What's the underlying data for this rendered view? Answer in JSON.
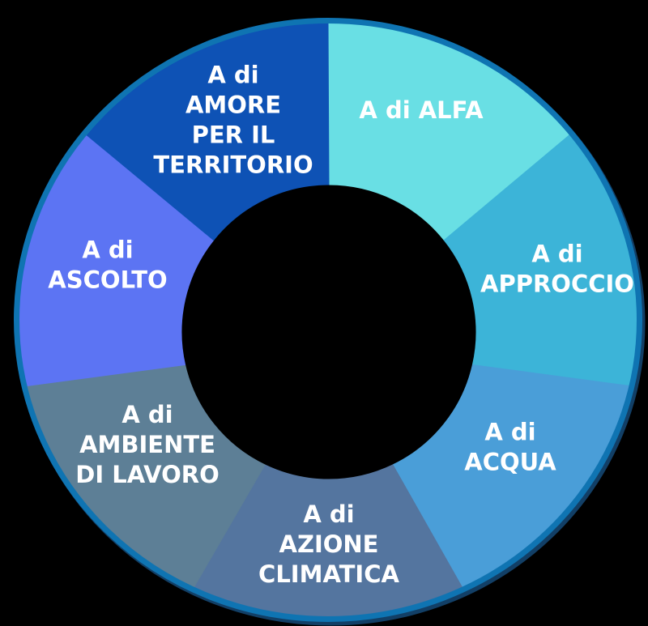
{
  "background_color": "#000000",
  "ring": {
    "outer_border_color": "#0f74b2",
    "outer_shadow_color": "#123f66",
    "label_text_color": "#ffffff"
  },
  "chart_data": {
    "type": "pie",
    "variant": "donut",
    "title": "",
    "legend": false,
    "start_angle_deg": 0,
    "direction": "clockwise",
    "categories": [
      "A di ALFA",
      "A di APPROCCIO",
      "A di ACQUA",
      "A di AZIONE CLIMATICA",
      "A di AMBIENTE DI LAVORO",
      "A di ASCOLTO",
      "A di AMORE PER IL TERRITORIO"
    ],
    "values": [
      1,
      1,
      1,
      1,
      1,
      1,
      1
    ],
    "segments": [
      {
        "id": "alfa",
        "label": "A di ALFA",
        "label_lines": [
          "A di ALFA"
        ],
        "value": 1,
        "color": "#69dfe4"
      },
      {
        "id": "approccio",
        "label": "A di APPROCCIO",
        "label_lines": [
          "A di",
          "APPROCCIO"
        ],
        "value": 1,
        "color": "#3cb4d8"
      },
      {
        "id": "acqua",
        "label": "A di ACQUA",
        "label_lines": [
          "A di",
          "ACQUA"
        ],
        "value": 1,
        "color": "#4a9ed8"
      },
      {
        "id": "azione-climatica",
        "label": "A di AZIONE CLIMATICA",
        "label_lines": [
          "A di",
          "AZIONE",
          "CLIMATICA"
        ],
        "value": 1,
        "color": "#54759f"
      },
      {
        "id": "ambiente-di-lavoro",
        "label": "A di AMBIENTE DI LAVORO",
        "label_lines": [
          "A di",
          "AMBIENTE",
          "DI LAVORO"
        ],
        "value": 1,
        "color": "#5d7f96"
      },
      {
        "id": "ascolto",
        "label": "A di ASCOLTO",
        "label_lines": [
          "A di",
          "ASCOLTO"
        ],
        "value": 1,
        "color": "#5c74f3"
      },
      {
        "id": "amore-per-il-territorio",
        "label": "A di AMORE PER IL TERRITORIO",
        "label_lines": [
          "A di",
          "AMORE",
          "PER IL",
          "TERRITORIO"
        ],
        "value": 1,
        "color": "#0e52b5"
      }
    ]
  }
}
